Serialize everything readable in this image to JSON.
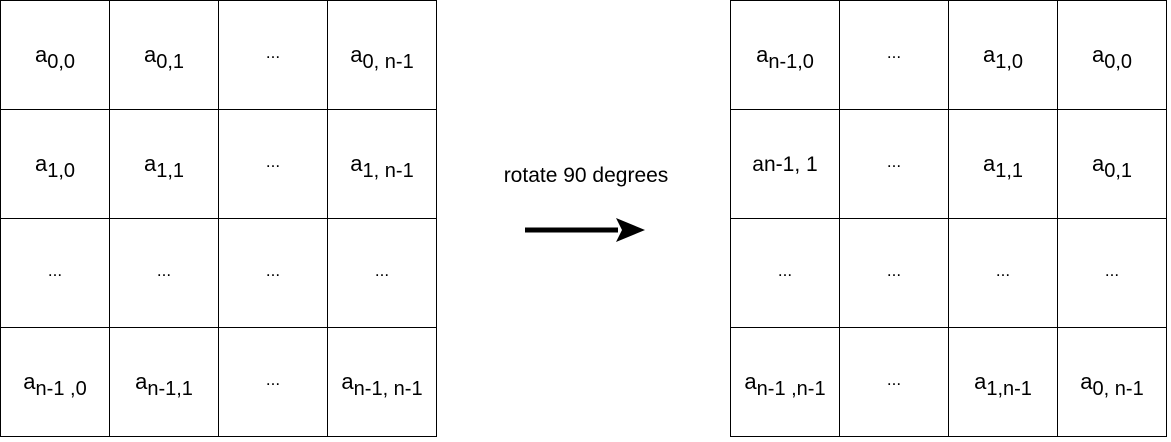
{
  "source_matrix": {
    "rows": [
      [
        {
          "base": "a",
          "sub": "0,0"
        },
        {
          "base": "a",
          "sub": "0,1"
        },
        {
          "base": "",
          "sub": "",
          "plain": "..."
        },
        {
          "base": "a",
          "sub": "0, n-1"
        }
      ],
      [
        {
          "base": "a",
          "sub": "1,0"
        },
        {
          "base": "a",
          "sub": "1,1"
        },
        {
          "base": "",
          "sub": "",
          "plain": "..."
        },
        {
          "base": "a",
          "sub": "1, n-1"
        }
      ],
      [
        {
          "base": "",
          "sub": "",
          "plain": "..."
        },
        {
          "base": "",
          "sub": "",
          "plain": "..."
        },
        {
          "base": "",
          "sub": "",
          "plain": "..."
        },
        {
          "base": "",
          "sub": "",
          "plain": "..."
        }
      ],
      [
        {
          "base": "a",
          "sub": "n-1 ,0"
        },
        {
          "base": "a",
          "sub": "n-1,1"
        },
        {
          "base": "",
          "sub": "",
          "plain": "..."
        },
        {
          "base": "a",
          "sub": "n-1, n-1"
        }
      ]
    ]
  },
  "transform": {
    "label": "rotate 90 degrees",
    "arrow_icon": "right-arrow-icon",
    "arrow_color": "#000000"
  },
  "rotated_matrix": {
    "rows": [
      [
        {
          "base": "a",
          "sub": "n-1,0"
        },
        {
          "base": "",
          "sub": "",
          "plain": "..."
        },
        {
          "base": "a",
          "sub": "1,0"
        },
        {
          "base": "a",
          "sub": "0,0"
        }
      ],
      [
        {
          "base": "",
          "sub": "",
          "plain": "an-1, 1"
        },
        {
          "base": "",
          "sub": "",
          "plain": "..."
        },
        {
          "base": "a",
          "sub": "1,1"
        },
        {
          "base": "a",
          "sub": "0,1"
        }
      ],
      [
        {
          "base": "",
          "sub": "",
          "plain": "..."
        },
        {
          "base": "",
          "sub": "",
          "plain": "..."
        },
        {
          "base": "",
          "sub": "",
          "plain": "..."
        },
        {
          "base": "",
          "sub": "",
          "plain": "..."
        }
      ],
      [
        {
          "base": "a",
          "sub": "n-1 ,n-1"
        },
        {
          "base": "",
          "sub": "",
          "plain": "..."
        },
        {
          "base": "a",
          "sub": "1,n-1"
        },
        {
          "base": "a",
          "sub": "0, n-1"
        }
      ]
    ]
  }
}
